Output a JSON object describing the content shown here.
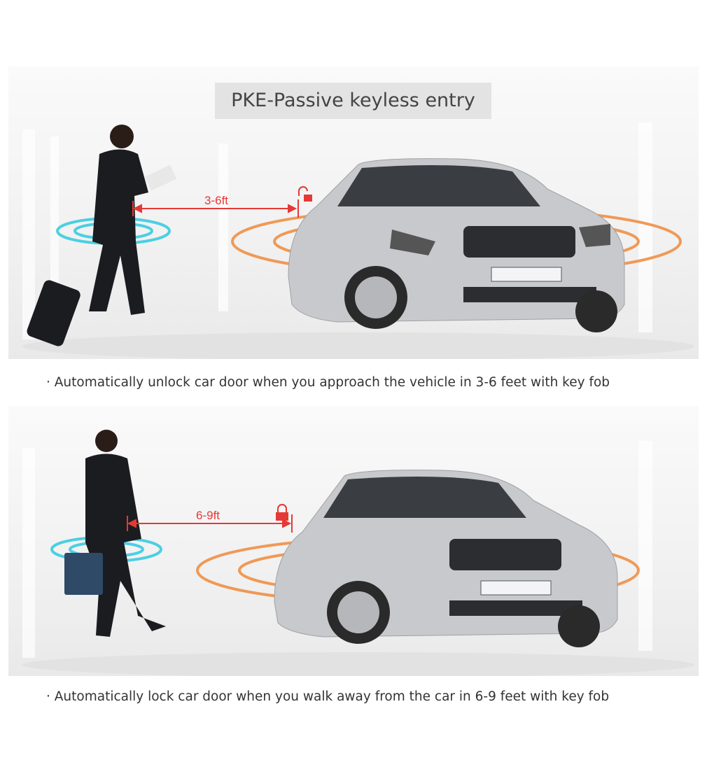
{
  "title": "PKE-Passive keyless entry",
  "scenes": [
    {
      "distance": "3-6ft",
      "lock_state": "unlocked",
      "caption": "· Automatically unlock car door when you approach the vehicle in 3-6 feet with key fob"
    },
    {
      "distance": "6-9ft",
      "lock_state": "locked",
      "caption": "· Automatically lock car door when you walk away from the car in 6-9 feet with key fob"
    }
  ],
  "colors": {
    "arrow": "#e53935",
    "car_rings": "#f08a3c",
    "person_rings": "#22c7e0",
    "title_bg": "#e3e3e3"
  }
}
